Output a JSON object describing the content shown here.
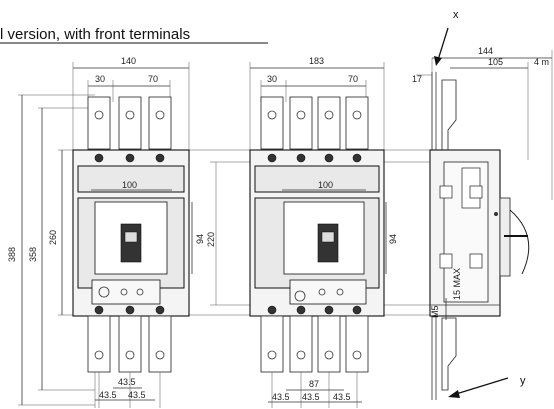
{
  "title": "l version, with front terminals",
  "front_view_3p": {
    "width_label": "140",
    "pole_pitch_label": "30",
    "outer_label": "70",
    "face_width_label": "100",
    "height_total_label": "388",
    "height_mid_label": "358",
    "height_body_label": "260",
    "handle_window_label": "94",
    "bottom_labels": [
      "43.5",
      "43.5",
      "43.5"
    ]
  },
  "front_view_4p": {
    "width_label": "183",
    "pole_pitch_label": "30",
    "outer_label": "70",
    "face_width_label": "100",
    "height_cutout_label": "220",
    "handle_window_label": "94",
    "span_label": "87",
    "bottom_labels": [
      "43.5",
      "43.5",
      "43.5"
    ]
  },
  "side_view": {
    "depth_label": "144",
    "depth_inner_label": "105",
    "offset_label": "17",
    "edge_label": "4 m",
    "screw_label": "M5",
    "panel_label": "15 MAX",
    "axis_x_label": "x",
    "axis_y_label": "y"
  }
}
